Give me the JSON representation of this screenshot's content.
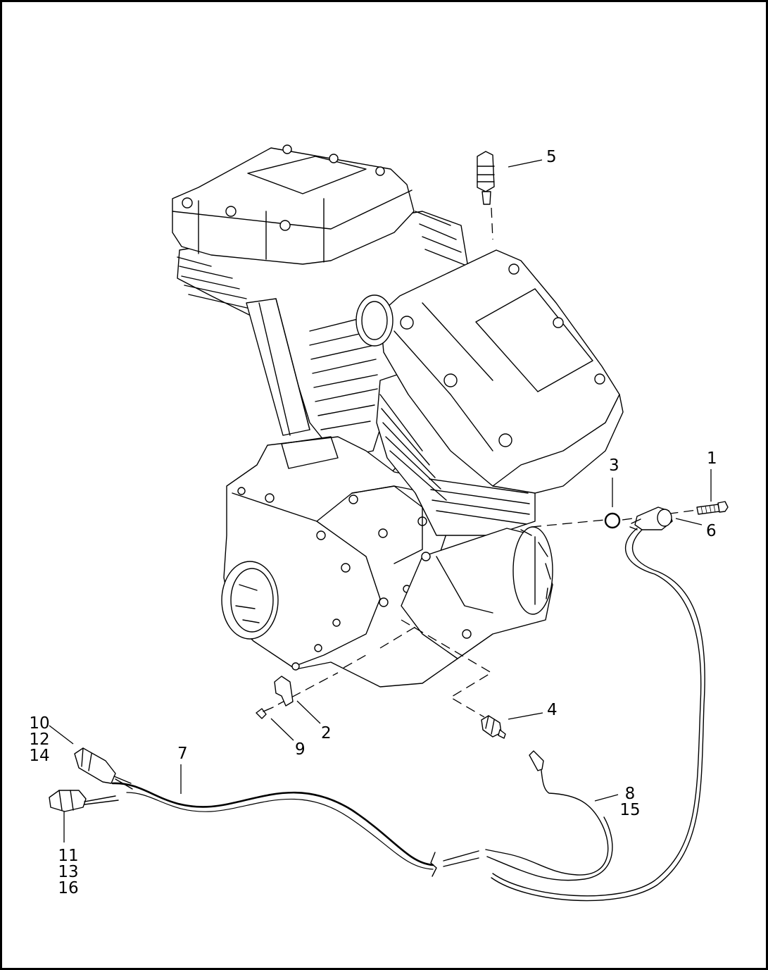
{
  "callouts": {
    "c1": "1",
    "c2": "2",
    "c3": "3",
    "c4": "4",
    "c5": "5",
    "c6": "6",
    "c7": "7",
    "c9": "9",
    "group_8_15": [
      "8",
      "15"
    ],
    "group_10_12_14": [
      "10",
      "12",
      "14"
    ],
    "group_11_13_16": [
      "11",
      "13",
      "16"
    ]
  }
}
